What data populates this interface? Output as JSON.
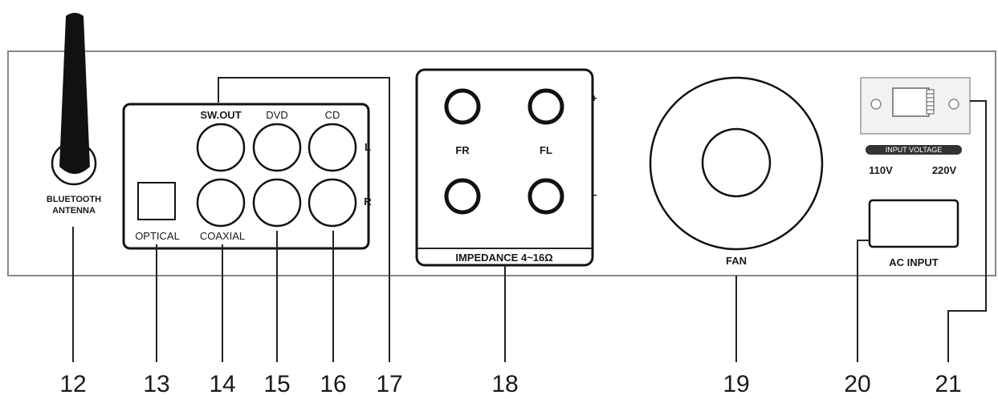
{
  "labels": {
    "bluetooth_line1": "BLUETOOTH",
    "bluetooth_line2": "ANTENNA",
    "optical": "OPTICAL",
    "coaxial": "COAXIAL",
    "sw_out": "SW.OUT",
    "dvd": "DVD",
    "cd": "CD",
    "left": "L",
    "right": "R",
    "fr": "FR",
    "fl": "FL",
    "plus": "+",
    "minus": "−",
    "impedance": "IMPEDANCE 4~16Ω",
    "fan": "FAN",
    "input_voltage": "INPUT VOLTAGE",
    "v110": "110V",
    "v220": "220V",
    "ac_input": "AC INPUT"
  },
  "callouts": [
    "12",
    "13",
    "14",
    "15",
    "16",
    "17",
    "18",
    "19",
    "20",
    "21"
  ]
}
